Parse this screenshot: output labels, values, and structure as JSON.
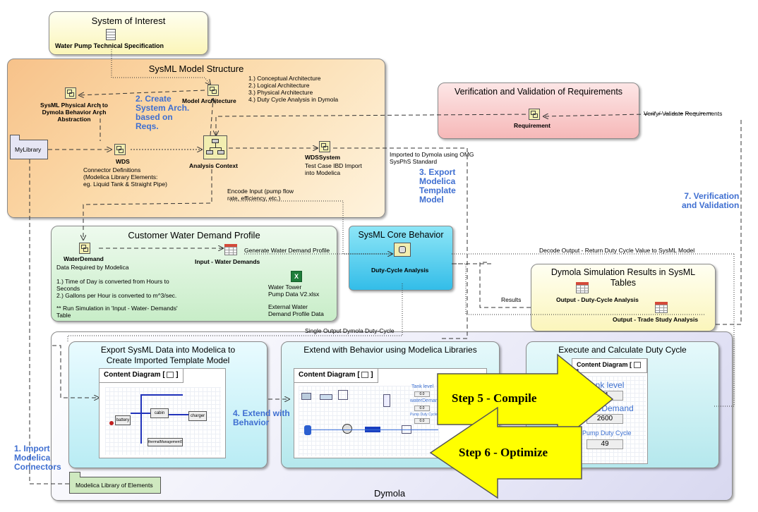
{
  "system_of_interest": {
    "title": "System of Interest",
    "item": "Water Pump Technical Specification"
  },
  "sysml": {
    "title": "SysML Model Structure",
    "physical_arch": "SysML Physical Arch to\nDymola Behavior Arch\nAbstraction",
    "model_arch": "Model Architecture",
    "notes": [
      "1.) Conceptual Architecture",
      "2.) Logical Architecture",
      "3.) Physical Architecture",
      "4.) Duty Cycle Analysis in Dymola"
    ],
    "mylibrary": "MyLibrary",
    "wds": "WDS",
    "wds_desc": "Connector Definitions\n(Modelica Library Elements:\neg. Liquid Tank & Straight Pipe)",
    "analysis_context": "Analysis Context",
    "wdssystem": "WDSSystem",
    "wdssystem_desc": "Test Case IBD Import\ninto Modelica",
    "step2": "2. Create\nSystem Arch.\nbased on\nReqs."
  },
  "vv": {
    "title": "Verification and Validation of Requirements",
    "requirement": "Requirement"
  },
  "labels": {
    "verify": "Verify/ Validate Requirements",
    "imported": "Imported to Dymola using OMG\nSysPhS Standard",
    "encode": "Encode Input (pump flow\nrate, efficiency, etc.)",
    "generate": "Generate Water Demand Profile",
    "decode": "Decode Output -  Return Duty Cycle Value to SysML Model",
    "results": "Results",
    "single_output": "Single Output Dymola Duty-Cycle"
  },
  "steps": {
    "step1": "1. Import\nModelica\nConnectors",
    "step3": "3. Export\nModelica\nTemplate\nModel",
    "step4": "4. Extend with\nBehavior",
    "step7": "7. Verification\nand Validation",
    "step5": "Step 5 - Compile",
    "step6": "Step 6 - Optimize"
  },
  "cwd": {
    "title": "Customer Water Demand Profile",
    "water_demand": "WaterDemand",
    "data_required": "Data Required by Modelica",
    "notes": "1.) Time of Day is converted from Hours to\nSeconds\n2.) Gallons per Hour is converted to m^3/sec.",
    "run_note": "** Run Simulation in 'Input - Water- Demands'\nTable",
    "input_table": "Input - Water Demands",
    "file": "Water Tower\nPump Data V2.xlsx",
    "external": "External Water\nDemand Profile Data"
  },
  "core": {
    "title": "SysML Core Behavior",
    "duty_cycle": "Duty-Cycle Analysis"
  },
  "results": {
    "title": "Dymola Simulation Results in SysML\nTables",
    "output_duty": "Output - Duty-Cycle Analysis",
    "output_trade": "Output - Trade Study Analysis"
  },
  "dymola": {
    "label": "Dymola",
    "export_title": "Export SysML Data into Modelica to\nCreate Imported Template Model",
    "extend_title": "Extend with Behavior using Modelica Libraries",
    "execute_title": "Execute and Calculate Duty Cycle",
    "content_diagram": "Content Diagram",
    "library": "Modelica Library of Elements",
    "mini_tank": "Tank level",
    "mini_tank_val": "0.0",
    "mini_water": "waterDemand",
    "mini_water_val": "0.0",
    "mini_pump": "Pump Duty Cycle",
    "mini_pump_val": "0.0",
    "tank_level": "Tank level",
    "tank_val": "81",
    "water_demand": "waterDemand",
    "water_val": "2600",
    "pump_duty": "Pump Duty Cycle",
    "pump_val": "49",
    "cabin": "cabin",
    "charger": "charger",
    "battery": "battery",
    "thermal": "thermalManagementSystem"
  }
}
